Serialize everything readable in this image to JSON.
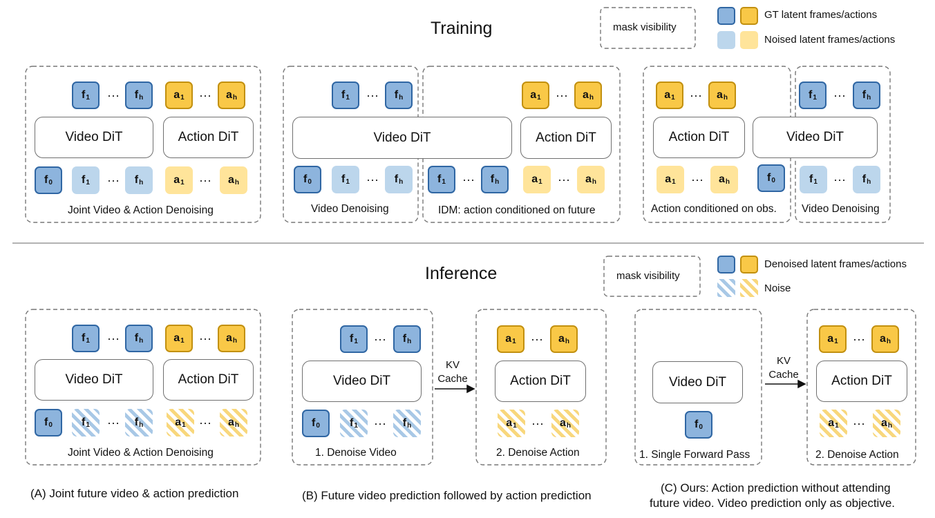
{
  "training": {
    "title": "Training",
    "mask_visibility": "mask visibility",
    "legend_gt": "GT latent frames/actions",
    "legend_noised": "Noised latent frames/actions",
    "a_caption": "Joint Video & Action Denoising",
    "b_left_caption": "Video Denoising",
    "b_right_caption": "IDM: action conditioned on future",
    "c_left_caption": "Action conditioned on obs.",
    "c_right_caption": "Video Denoising"
  },
  "inference": {
    "title": "Inference",
    "mask_visibility": "mask visibility",
    "legend_denoised": "Denoised latent frames/actions",
    "legend_noise": "Noise",
    "a_caption": "Joint Video & Action Denoising",
    "b_left_caption": "1. Denoise Video",
    "b_right_caption": "2. Denoise Action",
    "c_left_caption": "1. Single Forward Pass",
    "c_right_caption": "2. Denoise Action",
    "kv_line1": "KV",
    "kv_line2": "Cache"
  },
  "modules": {
    "video": "Video DiT",
    "action": "Action DiT"
  },
  "tokens": {
    "f": "f",
    "a": "a",
    "idx0": "0",
    "idx1": "1",
    "idxh": "h",
    "ellipsis": "···"
  },
  "captions": {
    "a": "(A) Joint future video & action prediction",
    "b": "(B) Future video prediction followed by action prediction",
    "c_line1": "(C) Ours: Action prediction without attending",
    "c_line2": "future video. Video prediction only as objective."
  },
  "colors": {
    "frame_gt_fill": "#8db4dd",
    "frame_gt_border": "#2f66a3",
    "action_gt_fill": "#f9c847",
    "action_gt_border": "#c2900f",
    "frame_noised": "#bcd6ec",
    "action_noised": "#ffe49a",
    "dashed_border": "#777777",
    "divider": "#999999"
  }
}
